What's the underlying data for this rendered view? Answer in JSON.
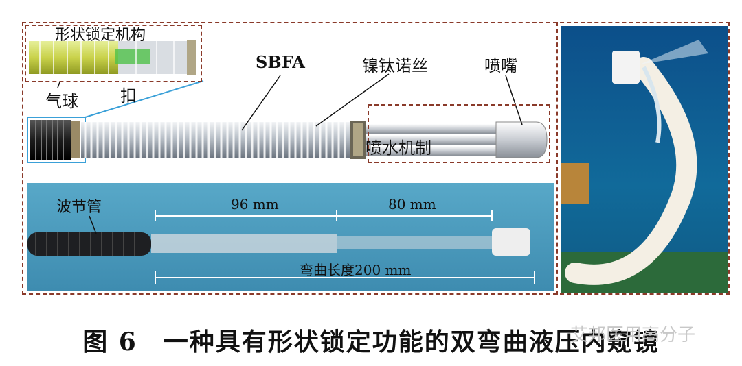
{
  "labels": {
    "shape_lock": "形状锁定机构",
    "balloon": "气球",
    "buckle": "扣",
    "sbfa": "SBFA",
    "nitinol": "镍钛诺丝",
    "nozzle": "喷嘴",
    "spray_mechanism": "喷水机制",
    "bellows": "波节管",
    "len_96": "96 mm",
    "len_80": "80 mm",
    "bend_length": "弯曲长度200 mm"
  },
  "caption": "图 6　一种具有形状锁定功能的双弯曲液压内窥镜",
  "watermark": "艾邦医用高分子"
}
